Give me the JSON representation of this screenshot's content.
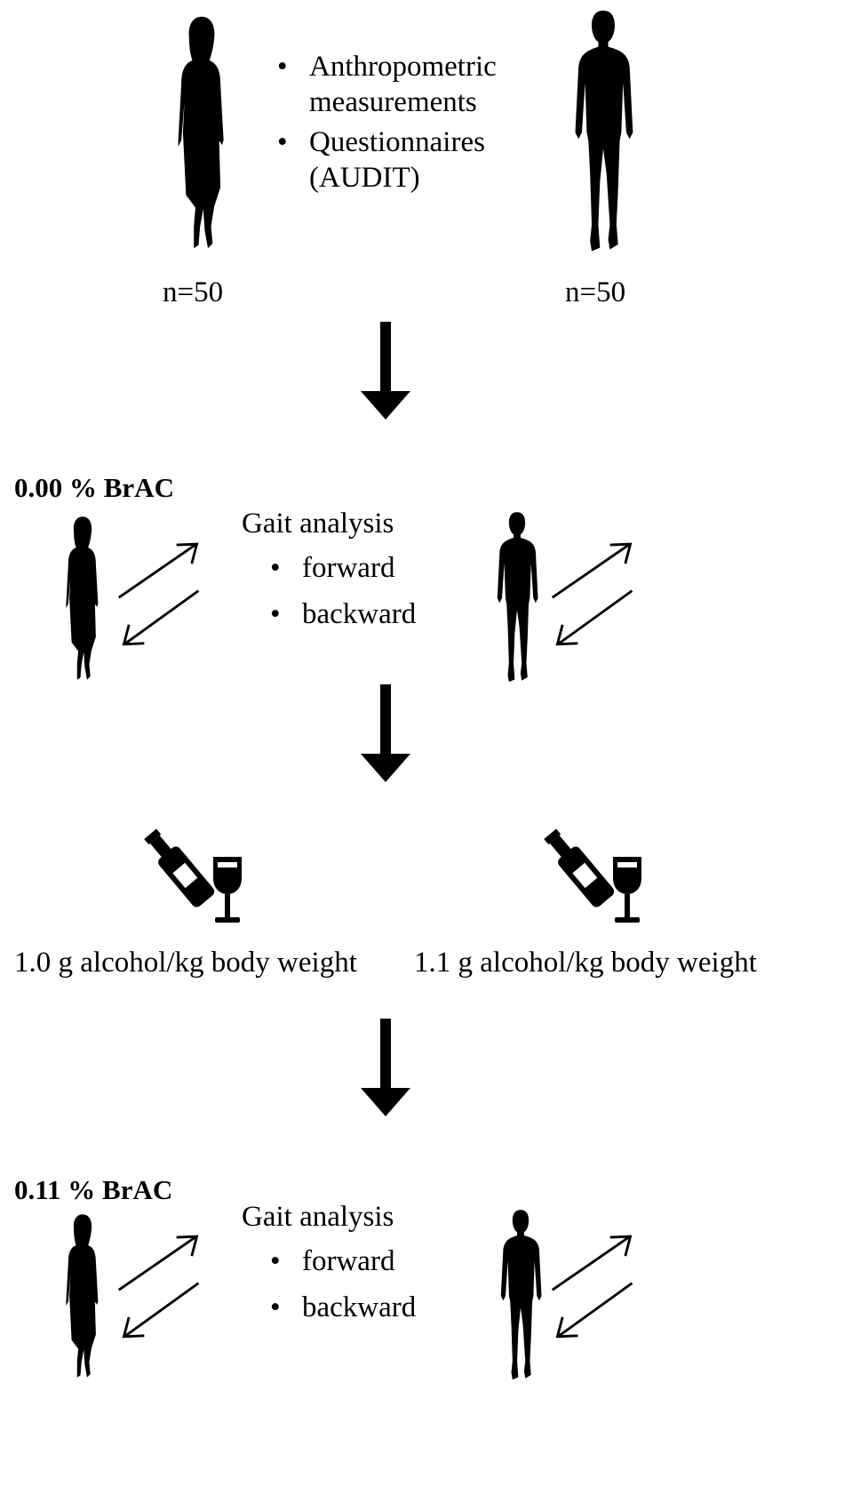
{
  "intake": {
    "items": [
      "Anthropometric",
      "measurements",
      "Questionnaires",
      "(AUDIT)"
    ],
    "female_n": "n=50",
    "male_n": "n=50"
  },
  "baseline": {
    "label": "0.00 % BrAC",
    "title": "Gait analysis",
    "directions": [
      "forward",
      "backward"
    ]
  },
  "dose": {
    "female": "1.0 g alcohol/kg body weight",
    "male": "1.1 g alcohol/kg body weight"
  },
  "intoxicated": {
    "label": "0.11 % BrAC",
    "title": "Gait analysis",
    "directions": [
      "forward",
      "backward"
    ]
  },
  "icons": [
    "woman-silhouette-icon",
    "man-silhouette-icon",
    "arrow-down-icon",
    "bidirectional-arrows-icon",
    "wine-bottle-icon",
    "wine-glass-icon"
  ],
  "colors": {
    "ink": "#000000",
    "background": "#ffffff"
  }
}
